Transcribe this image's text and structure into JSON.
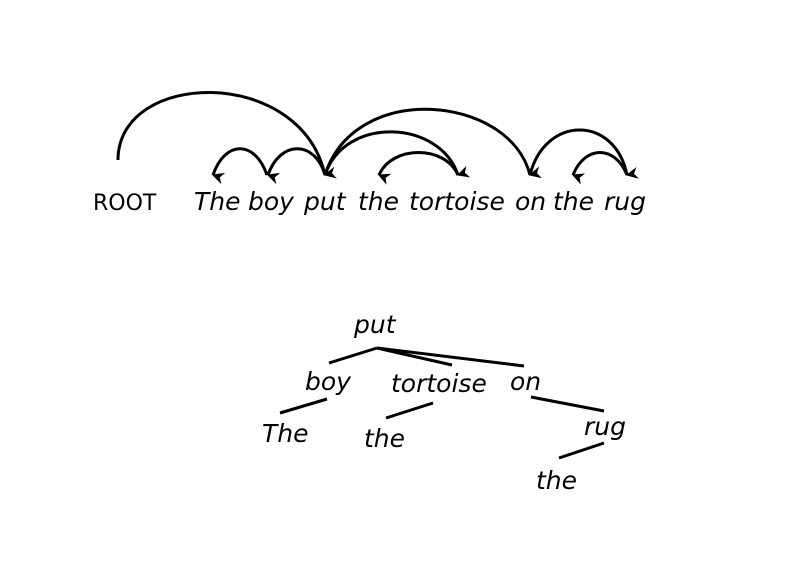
{
  "dependency": {
    "root_label": "ROOT",
    "words": [
      "The",
      "boy",
      "put",
      "the",
      "tortoise",
      "on",
      "the",
      "rug"
    ]
  },
  "tree": {
    "nodes": {
      "put": "put",
      "boy": "boy",
      "tortoise": "tortoise",
      "on": "on",
      "the_boy": "The",
      "the_tortoise": "the",
      "rug": "rug",
      "the_rug": "the"
    }
  },
  "colors": {
    "ink": "#000000",
    "background": "#ffffff"
  }
}
